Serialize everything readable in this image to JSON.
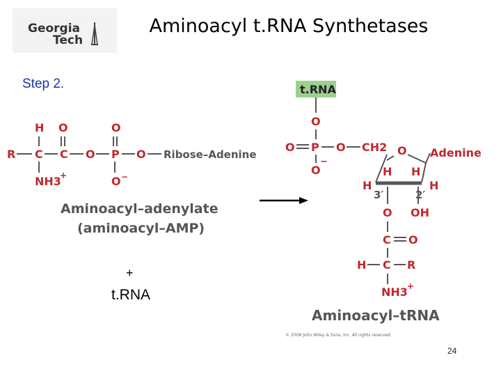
{
  "logo": {
    "line1": "Georgia",
    "line2": "Tech"
  },
  "title": "Aminoacyl t.RNA Synthetases",
  "step_label": "Step 2.",
  "left_structure": {
    "atoms": [
      "H",
      "O",
      "O",
      "R",
      "C",
      "C",
      "O",
      "P",
      "O",
      "NH3",
      "+",
      "O",
      "−"
    ],
    "ribose_adenine": "Ribose–Adenine",
    "name_line1": "Aminoacyl–adenylate",
    "name_line2": "(aminoacyl–AMP)"
  },
  "plus": "+",
  "trna_text": "t.RNA",
  "right_structure": {
    "trna_tag": "t.RNA",
    "phosphate_atoms": [
      "O",
      "O",
      "P",
      "O",
      "O",
      "−"
    ],
    "ch2": "CH2",
    "ring_o": "O",
    "adenine": "Adenine",
    "ring_h": [
      "H",
      "H",
      "H",
      "H"
    ],
    "prime3": "3′",
    "prime2": "2′",
    "o3": "O",
    "oh": "OH",
    "carbonyl_c": "C",
    "carbonyl_o": "O",
    "alpha_h": "H",
    "alpha_c": "C",
    "alpha_r": "R",
    "nh3": "NH3",
    "nh3_charge": "+",
    "name": "Aminoacyl–tRNA",
    "copyright": "© 2008 John Wiley & Sons, Inc. All rights reserved."
  },
  "page_number": "24",
  "colors": {
    "step": "#1a33a8",
    "atoms": "#c1272d",
    "bonds": "#555555",
    "trna_tag_bg": "#9fcf8f"
  }
}
